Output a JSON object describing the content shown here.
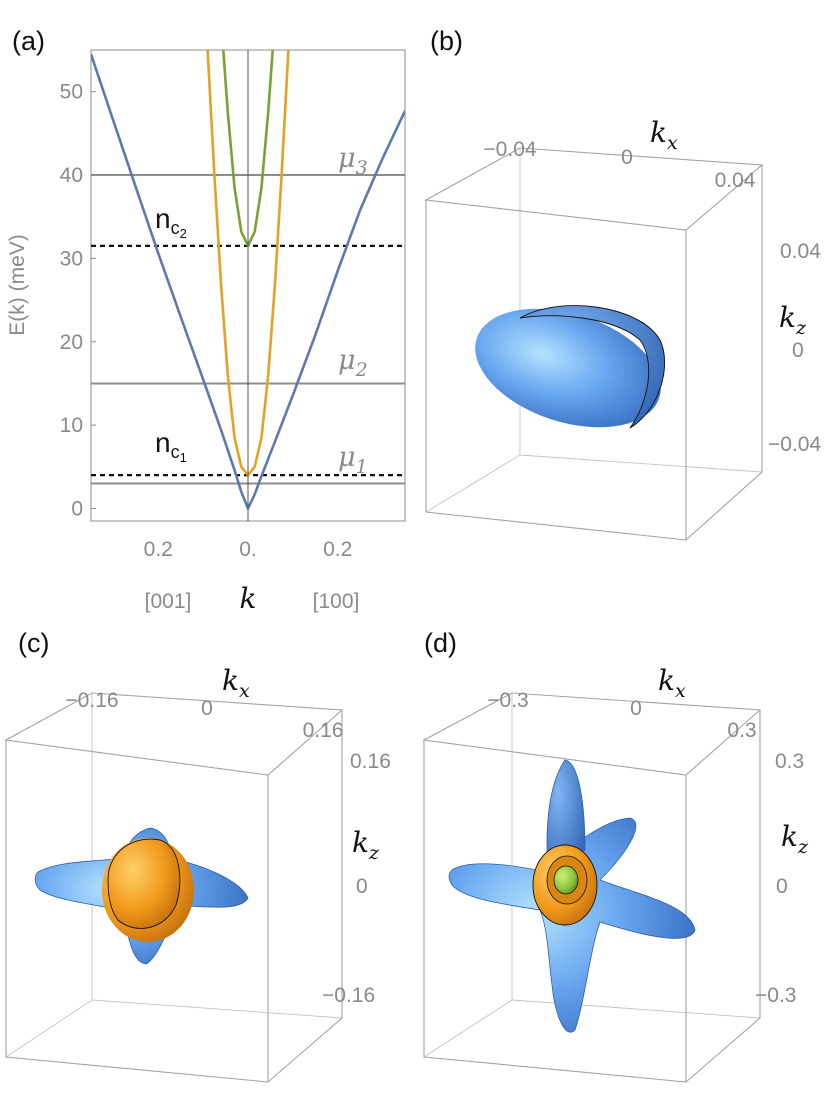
{
  "panels": {
    "a": "(a)",
    "b": "(b)",
    "c": "(c)",
    "d": "(d)"
  },
  "chart_data": [
    {
      "type": "line",
      "panel": "(a)",
      "title": "",
      "ylabel": "E(k) (meV)",
      "xlabel": "k",
      "xlabel_left": "[001]",
      "xlabel_right": "[100]",
      "xlim": [
        -0.35,
        0.35
      ],
      "ylim": [
        -1.5,
        55
      ],
      "yticks": [
        0,
        10,
        20,
        30,
        40,
        50
      ],
      "ytick_labels": [
        "0",
        "10",
        "20",
        "30",
        "40",
        "50"
      ],
      "xticks": [
        -0.2,
        0.0,
        0.2
      ],
      "xtick_labels": [
        "0.2",
        "0.",
        "0.2"
      ],
      "series": [
        {
          "color": "#5b7bb0",
          "x": [
            -0.35,
            -0.3,
            -0.25,
            -0.2,
            -0.15,
            -0.1,
            -0.06,
            -0.03,
            -0.015,
            0.0,
            0.015,
            0.03,
            0.06,
            0.1,
            0.15,
            0.2,
            0.25,
            0.3,
            0.35
          ],
          "y": [
            54.5,
            46.5,
            38.5,
            30.6,
            23.0,
            15.5,
            9.4,
            4.6,
            2.0,
            0.0,
            1.7,
            3.9,
            8.0,
            13.6,
            20.8,
            28.5,
            35.8,
            42.0,
            47.7
          ]
        },
        {
          "color": "#e4a125",
          "x": [
            -0.09,
            -0.075,
            -0.06,
            -0.045,
            -0.03,
            -0.015,
            0.0,
            0.015,
            0.03,
            0.045,
            0.06,
            0.075,
            0.09
          ],
          "y": [
            55.0,
            40.0,
            26.8,
            16.0,
            8.5,
            5.0,
            4.0,
            5.0,
            8.5,
            16.0,
            26.8,
            40.0,
            55.0
          ]
        },
        {
          "color": "#7aa233",
          "x": [
            -0.055,
            -0.045,
            -0.03,
            -0.015,
            0.0,
            0.015,
            0.03,
            0.045,
            0.055
          ],
          "y": [
            55.0,
            47.5,
            38.5,
            33.2,
            31.5,
            33.2,
            38.5,
            47.5,
            55.0
          ]
        }
      ],
      "hlines": [
        {
          "y": 40,
          "style": "solid",
          "color": "#8c8c8c",
          "label": "μ3"
        },
        {
          "y": 15,
          "style": "solid",
          "color": "#8c8c8c",
          "label": "μ2"
        },
        {
          "y": 3,
          "style": "solid",
          "color": "#8c8c8c",
          "label": "μ1"
        },
        {
          "y": 31.5,
          "style": "dashed",
          "color": "#111111",
          "label": "n_c2"
        },
        {
          "y": 4,
          "style": "dashed",
          "color": "#111111",
          "label": "n_c1"
        }
      ],
      "annotations": {
        "mu3": "μ",
        "mu3_sub": "3",
        "mu2": "μ",
        "mu2_sub": "2",
        "mu1": "μ",
        "mu1_sub": "1",
        "nc2": "n",
        "nc2_sub": "c",
        "nc2_subsub": "2",
        "nc1": "n",
        "nc1_sub": "c",
        "nc1_subsub": "1"
      }
    }
  ],
  "fermi_surfaces": [
    {
      "panel": "(b)",
      "kx_label": "k",
      "kx_sub": "x",
      "kz_label": "k",
      "kz_sub": "z",
      "kx_ticks": [
        "−0.04",
        "0",
        "0.04"
      ],
      "kz_ticks": [
        "0.04",
        "0",
        "−0.04"
      ],
      "surfaces": [
        "blue"
      ],
      "colors": {
        "blue": "#4f8ee6",
        "blue_light": "#a9dcff"
      }
    },
    {
      "panel": "(c)",
      "kx_label": "k",
      "kx_sub": "x",
      "kz_label": "k",
      "kz_sub": "z",
      "kx_ticks": [
        "−0.16",
        "0",
        "0.16"
      ],
      "kz_ticks": [
        "0.16",
        "0",
        "−0.16"
      ],
      "surfaces": [
        "blue",
        "orange"
      ],
      "colors": {
        "blue": "#4f8ee6",
        "orange": "#f29a1b"
      }
    },
    {
      "panel": "(d)",
      "kx_label": "k",
      "kx_sub": "x",
      "kz_label": "k",
      "kz_sub": "z",
      "kx_ticks": [
        "−0.3",
        "0",
        "0.3"
      ],
      "kz_ticks": [
        "0.3",
        "0",
        "−0.3"
      ],
      "surfaces": [
        "blue",
        "orange",
        "green"
      ],
      "colors": {
        "blue": "#4f8ee6",
        "orange": "#f29a1b",
        "green": "#8cc43b"
      }
    }
  ]
}
